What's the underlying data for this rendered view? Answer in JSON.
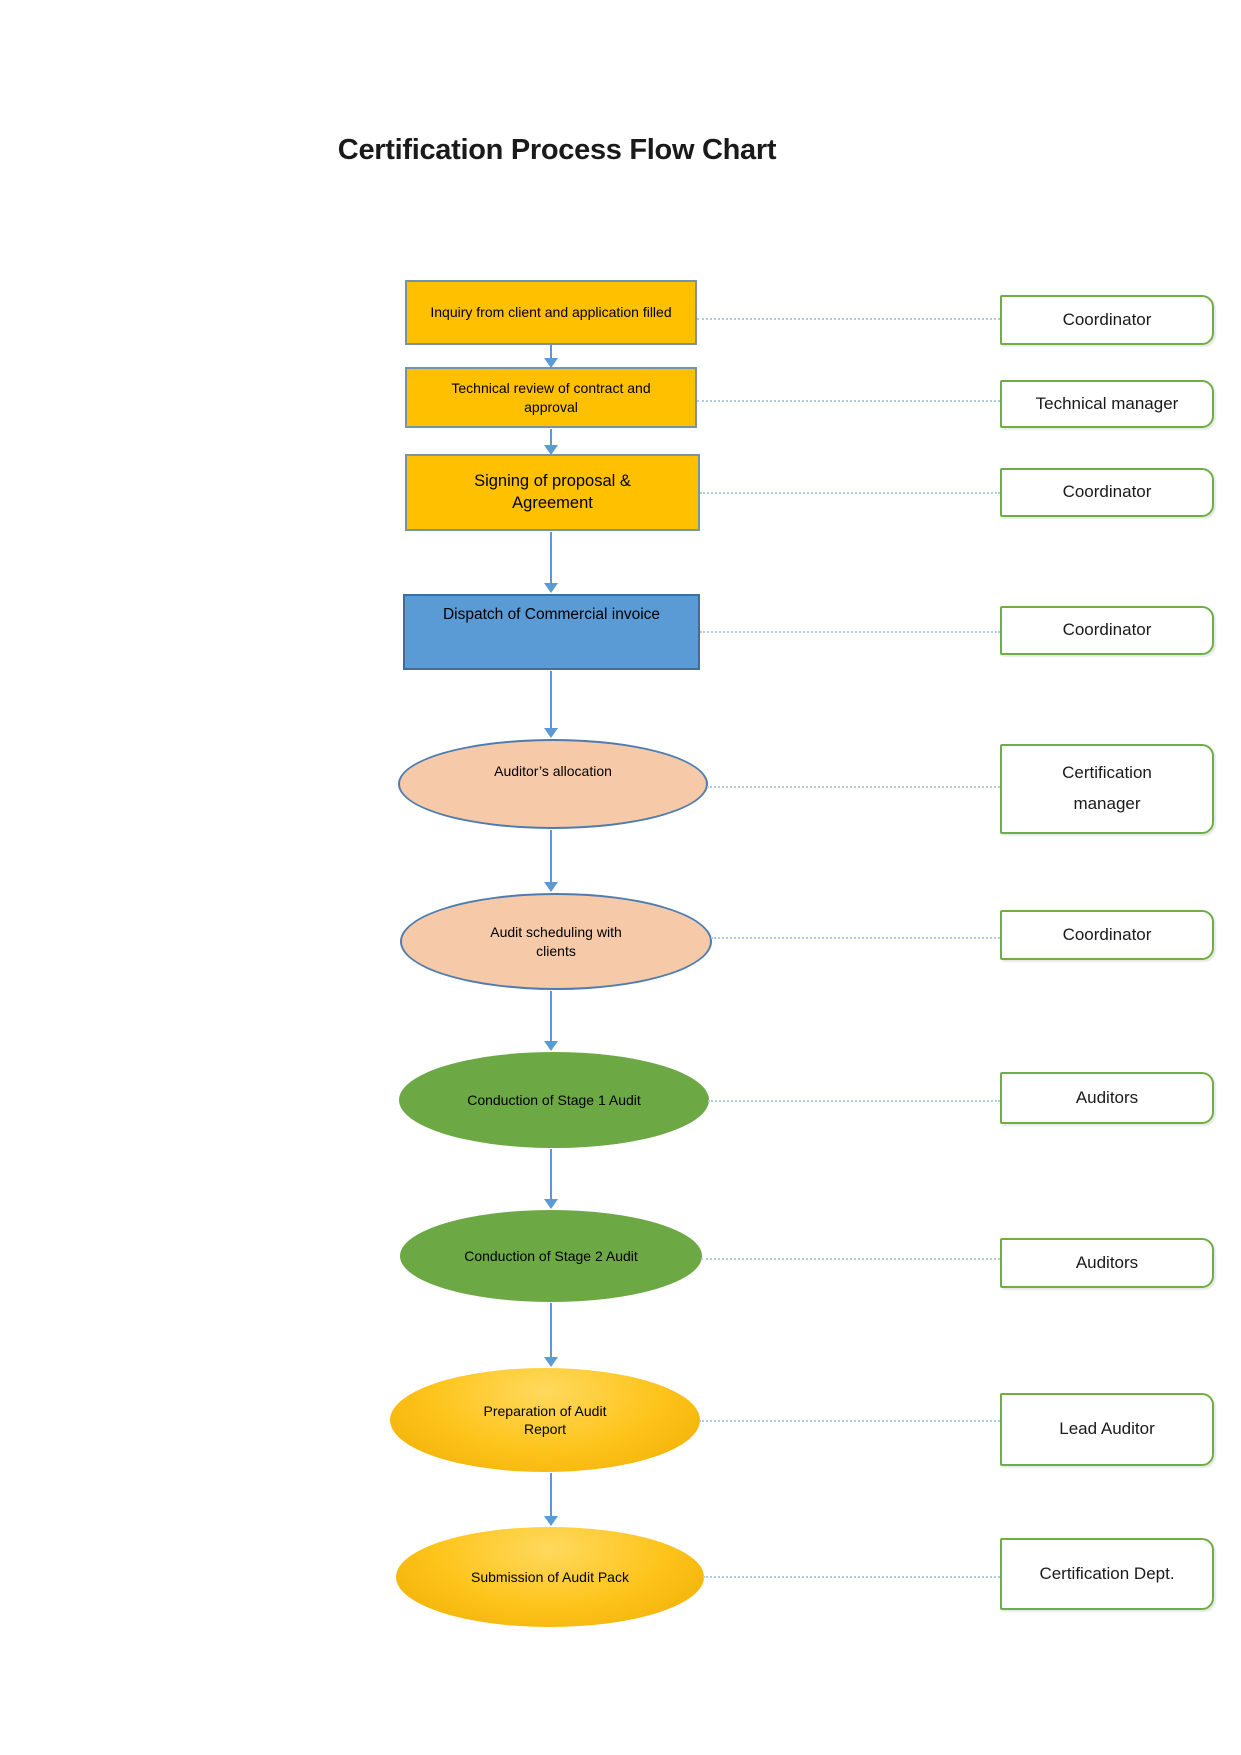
{
  "title": "Certification Process Flow Chart",
  "colors": {
    "step_orange": "#FFC000",
    "step_blue": "#5B9BD5",
    "ellipse_peach": "#F6C9A9",
    "ellipse_green": "#6CA945",
    "ellipse_gold": "#FDC41B",
    "role_box_border": "#70AD47",
    "connector_dotted_blue": "#AECBE8",
    "arrow_blue": "#5B9BD5",
    "title_text": "#1A1A1A"
  },
  "steps": [
    {
      "label": "Inquiry from client and application filled",
      "role": "Coordinator",
      "shape": "rectangle",
      "fill": "orange"
    },
    {
      "label": "Technical review of contract and approval",
      "role": "Technical manager",
      "shape": "rectangle",
      "fill": "orange"
    },
    {
      "label": "Signing of proposal & Agreement",
      "role": "Coordinator",
      "shape": "rectangle",
      "fill": "orange"
    },
    {
      "label": "Dispatch of Commercial invoice",
      "role": "Coordinator",
      "shape": "rectangle",
      "fill": "blue"
    },
    {
      "label": "Auditor’s allocation",
      "role": "Certification manager",
      "shape": "ellipse",
      "fill": "peach"
    },
    {
      "label": "Audit scheduling with clients",
      "role": "Coordinator",
      "shape": "ellipse",
      "fill": "peach"
    },
    {
      "label": "Conduction of Stage 1 Audit",
      "role": "Auditors",
      "shape": "ellipse",
      "fill": "green"
    },
    {
      "label": "Conduction of Stage 2 Audit",
      "role": "Auditors",
      "shape": "ellipse",
      "fill": "green"
    },
    {
      "label": "Preparation of Audit Report",
      "role": "Lead Auditor",
      "shape": "ellipse",
      "fill": "gold"
    },
    {
      "label": "Submission of Audit Pack",
      "role": "Certification Dept.",
      "shape": "ellipse",
      "fill": "gold"
    }
  ]
}
